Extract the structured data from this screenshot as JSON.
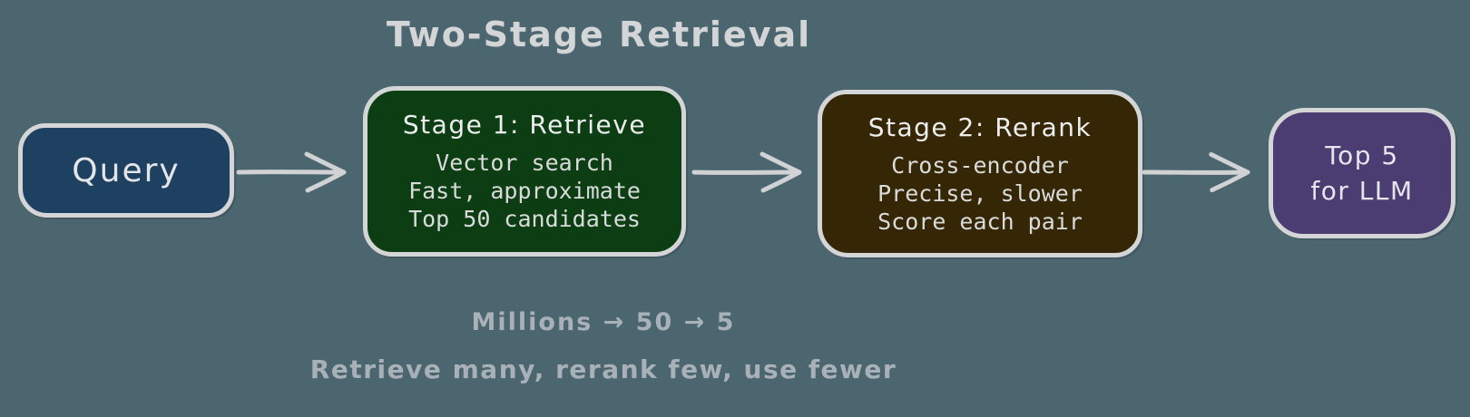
{
  "title": "Two-Stage Retrieval",
  "colors": {
    "background": "#4c6670",
    "border": "#d4d5d6",
    "arrow": "#d0d2d3",
    "title_text": "#d3d5d6",
    "footer_text": "#a9b1b8",
    "query_fill": "#1e4061",
    "stage1_fill": "#0d3d13",
    "stage2_fill": "#352705",
    "output_fill": "#4b3d72"
  },
  "nodes": {
    "query": {
      "label": "Query"
    },
    "stage1": {
      "title": "Stage 1: Retrieve",
      "lines": [
        "Vector search",
        "Fast, approximate",
        "Top 50 candidates"
      ]
    },
    "stage2": {
      "title": "Stage 2: Rerank",
      "lines": [
        "Cross-encoder",
        "Precise, slower",
        "Score each pair"
      ]
    },
    "output": {
      "line1": "Top 5",
      "line2": "for LLM"
    }
  },
  "footer": {
    "funnel": "Millions → 50 → 5",
    "caption": "Retrieve many, rerank few, use fewer"
  }
}
